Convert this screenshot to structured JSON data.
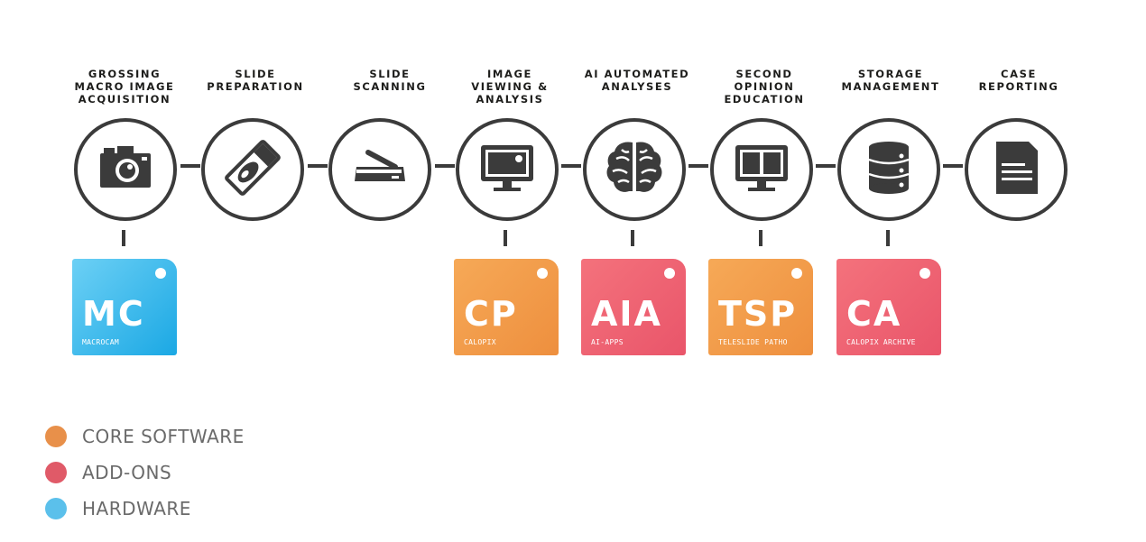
{
  "colors": {
    "dark": "#3b3b3b",
    "core_software": "#e8904a",
    "add_ons": "#e05a68",
    "hardware": "#5bc0eb"
  },
  "stages": [
    {
      "label": "GROSSING\nMACRO IMAGE\nACQUISITION",
      "icon": "camera-icon"
    },
    {
      "label": "SLIDE\nPREPARATION",
      "icon": "slide-icon"
    },
    {
      "label": "SLIDE\nSCANNING",
      "icon": "scanner-icon"
    },
    {
      "label": "IMAGE\nVIEWING &\nANALYSIS",
      "icon": "monitor-icon"
    },
    {
      "label": "AI AUTOMATED\nANALYSES",
      "icon": "brain-icon"
    },
    {
      "label": "SECOND\nOPINION\nEDUCATION",
      "icon": "split-monitor-icon"
    },
    {
      "label": "STORAGE\nMANAGEMENT",
      "icon": "database-icon"
    },
    {
      "label": "CASE\nREPORTING",
      "icon": "document-icon"
    }
  ],
  "products": [
    {
      "abbr": "MC",
      "name": "MACROCAM",
      "category": "hardware"
    },
    {
      "abbr": "CP",
      "name": "CALOPIX",
      "category": "core_software"
    },
    {
      "abbr": "AIA",
      "name": "AI-APPS",
      "category": "add_ons"
    },
    {
      "abbr": "TSP",
      "name": "TELESLIDE PATHO",
      "category": "core_software"
    },
    {
      "abbr": "CA",
      "name": "CALOPIX ARCHIVE",
      "category": "add_ons"
    }
  ],
  "legend": [
    {
      "label": "CORE SOFTWARE",
      "key": "core_software"
    },
    {
      "label": "ADD-ONS",
      "key": "add_ons"
    },
    {
      "label": "HARDWARE",
      "key": "hardware"
    }
  ]
}
